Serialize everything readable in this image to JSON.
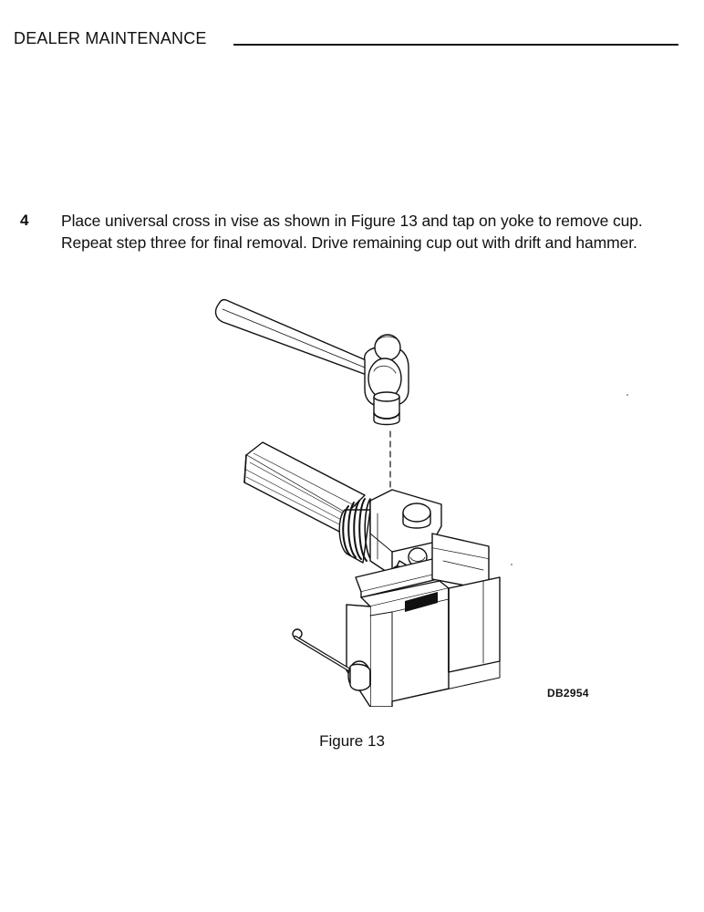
{
  "header": {
    "title": "DEALER MAINTENANCE"
  },
  "step": {
    "number": "4",
    "text": "Place universal cross in vise as shown in Figure 13 and tap on yoke to remove cup. Repeat step three for final removal. Drive remaining cup out with drift and hammer."
  },
  "figure": {
    "id": "DB2954",
    "caption": "Figure 13"
  }
}
